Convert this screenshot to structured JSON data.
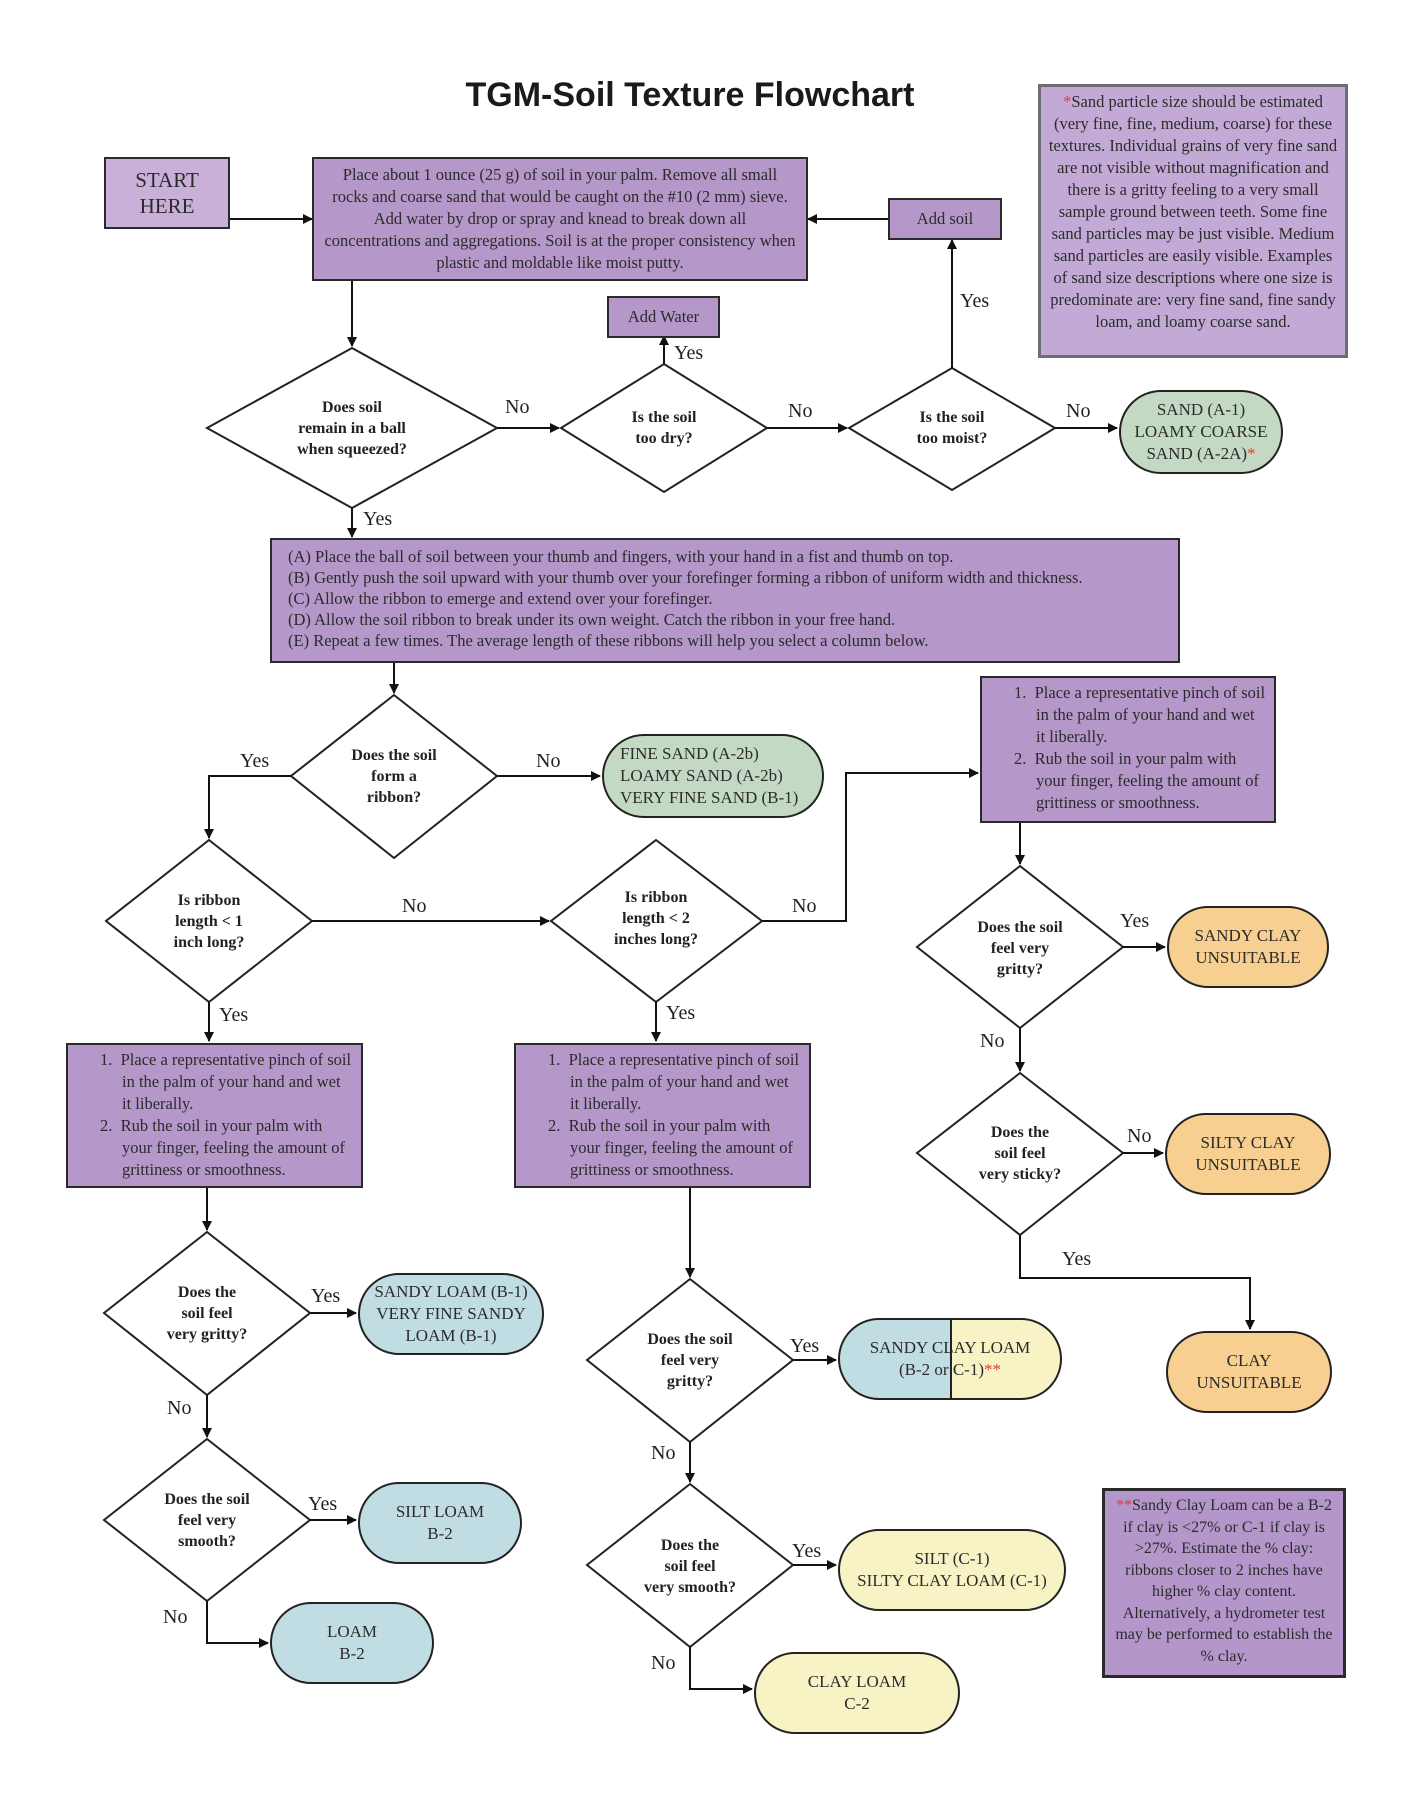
{
  "title": "TGM-Soil Texture Flowchart",
  "start": {
    "line1": "START",
    "line2": "HERE"
  },
  "step_prepare": "Place about 1 ounce (25 g) of soil in your palm.  Remove all small rocks and coarse sand that would be caught on the #10 (2 mm) sieve.  Add water by drop or spray and knead to break down all concentrations and aggregations.  Soil is at the proper consistency when plastic and moldable like moist putty.",
  "add_soil": "Add soil",
  "add_water": "Add Water",
  "note_sand": {
    "marker": "*",
    "text": "Sand particle size should be estimated (very fine, fine, medium, coarse) for these textures. Individual grains of very fine sand are not visible without magnification and there is a gritty feeling to a very small sample ground between teeth. Some fine sand particles may be just visible. Medium sand particles are easily visible. Examples of sand size descriptions where one size is predominate are: very fine sand, fine sandy loam, and loamy coarse sand."
  },
  "note_scl": {
    "marker": "**",
    "text": "Sandy Clay Loam can be a B-2 if clay is <27% or C-1 if clay is >27%. Estimate the % clay: ribbons closer to 2 inches have higher % clay content. Alternatively, a hydrometer test may be performed to establish the % clay."
  },
  "decisions": {
    "ball": [
      "Does soil",
      "remain in a ball",
      "when squeezed?"
    ],
    "dry": [
      "Is the soil",
      "too dry?"
    ],
    "moist": [
      "Is the soil",
      "too moist?"
    ],
    "ribbon": [
      "Does the soil",
      "form a",
      "ribbon?"
    ],
    "lt1": [
      "Is ribbon",
      "length < 1",
      "inch long?"
    ],
    "lt2": [
      "Is ribbon",
      "length < 2",
      "inches long?"
    ],
    "right_gritty": [
      "Does the soil",
      "feel very",
      "gritty?"
    ],
    "right_sticky": [
      "Does the",
      "soil feel",
      "very sticky?"
    ],
    "left_gritty": [
      "Does the",
      "soil feel",
      "very gritty?"
    ],
    "left_smooth": [
      "Does the soil",
      "feel very",
      "smooth?"
    ],
    "mid_gritty": [
      "Does the soil",
      "feel very",
      "gritty?"
    ],
    "mid_smooth": [
      "Does the",
      "soil feel",
      "very smooth?"
    ]
  },
  "ribbon_steps": [
    "(A) Place the ball of soil between your thumb and fingers, with your hand in a fist and thumb on top.",
    "(B) Gently push the soil upward with your thumb over your forefinger forming a ribbon of uniform width and thickness.",
    "(C) Allow the ribbon to emerge and extend over your forefinger.",
    "(D) Allow the soil ribbon to break under its own weight. Catch the ribbon in your free hand.",
    "(E) Repeat a few times. The average length of these ribbons will help you select a column below."
  ],
  "wet_steps": [
    {
      "num": "1.",
      "text": "Place a representative pinch of soil in the palm of your hand and wet it liberally."
    },
    {
      "num": "2.",
      "text": "Rub the soil in your palm with your finger, feeling the amount of grittiness or smoothness."
    }
  ],
  "results": {
    "sand": [
      "SAND (A-1)",
      "LOAMY COARSE",
      "SAND (A-2A)"
    ],
    "sand_marker": "*",
    "fine_sand": [
      "FINE SAND (A-2b)",
      "LOAMY SAND (A-2b)",
      "VERY FINE SAND (B-1)"
    ],
    "sandy_clay": [
      "SANDY CLAY",
      "UNSUITABLE"
    ],
    "silty_clay": [
      "SILTY CLAY",
      "UNSUITABLE"
    ],
    "clay": [
      "CLAY",
      "UNSUITABLE"
    ],
    "sandy_loam": [
      "SANDY LOAM (B-1)",
      "VERY FINE SANDY",
      "LOAM (B-1)"
    ],
    "silt_loam": [
      "SILT LOAM",
      "B-2"
    ],
    "loam": [
      "LOAM",
      "B-2"
    ],
    "sandy_clay_loam": [
      "SANDY CLAY LOAM",
      "(B-2  or  C-1)"
    ],
    "scl_marker": "**",
    "silt": [
      "SILT (C-1)",
      "SILTY CLAY LOAM (C-1)"
    ],
    "clay_loam": [
      "CLAY LOAM",
      "C-2"
    ]
  },
  "labels": {
    "yes": "Yes",
    "no": "No"
  },
  "colors": {
    "step": "#b597c9",
    "note": "#c3aad6",
    "green": "#c4d9c4",
    "blue": "#c0dde3",
    "yellow": "#f7f3c5",
    "orange": "#f7cf90",
    "asterisk": "#e03b3b"
  }
}
